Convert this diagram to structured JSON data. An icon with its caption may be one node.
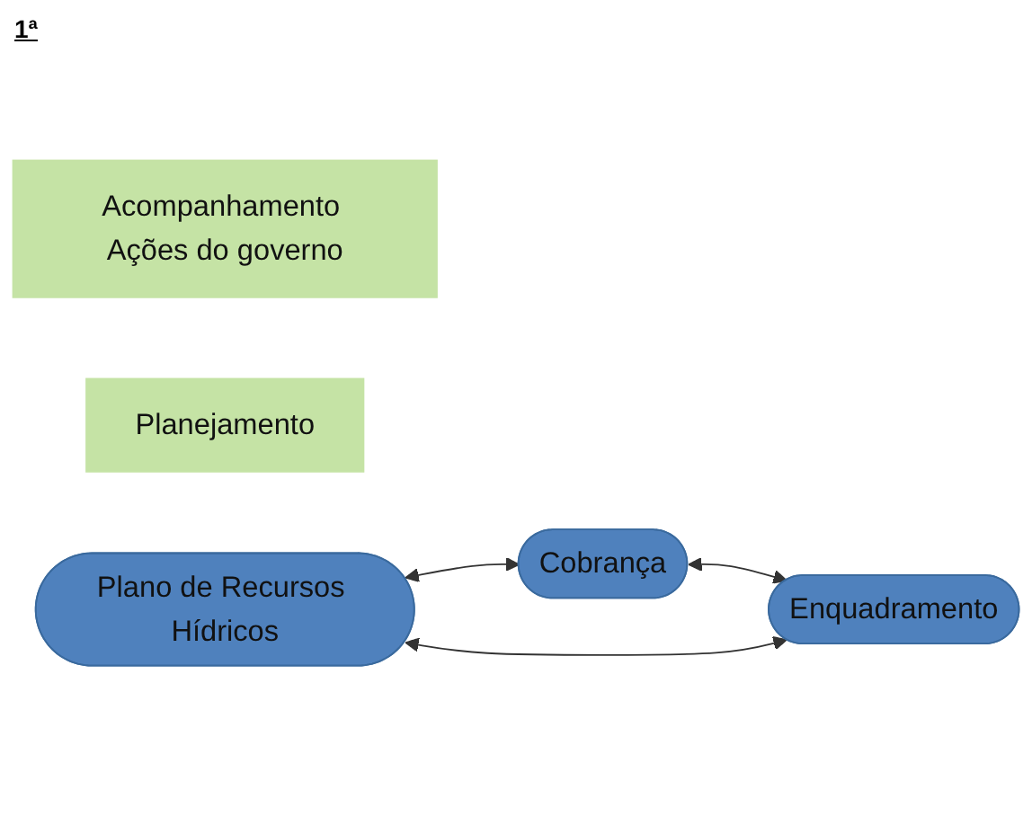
{
  "diagram": {
    "nodes": [
      {
        "text": [
          "Cobrança"
        ]
      },
      {
        "text": [
          "Acompanhamento Ações do governo"
        ]
      },
      {
        "text": [
          "Planejamento"
        ]
      },
      {
        "text": [
          "Plano de Recursos Hídricos"
        ]
      },
      {
        "text": [
          "Enquadramento"
        ]
      }
    ],
    "edges": [
      {
        "from": 3,
        "to": 0,
        "arrow": "both"
      },
      {
        "from": 0,
        "to": 4,
        "arrow": "both"
      },
      {
        "from": 3,
        "to": 4,
        "arrow": "both"
      }
    ],
    "labels": [
      "1ª"
    ]
  }
}
